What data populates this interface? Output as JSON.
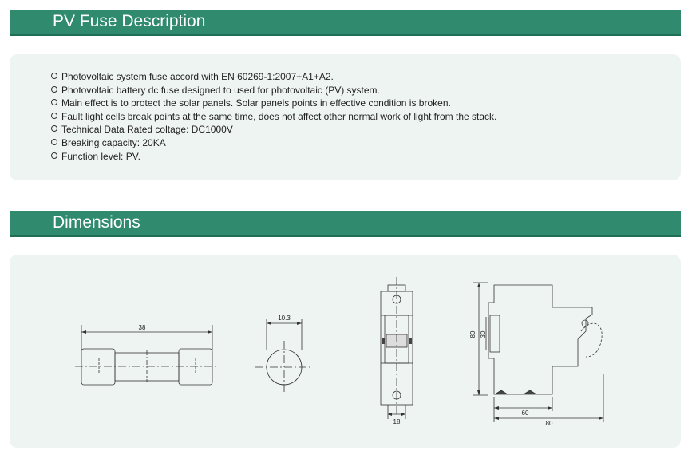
{
  "section_description": {
    "title": "PV Fuse Description",
    "items": [
      "Photovoltaic system fuse accord with EN 60269-1:2007+A1+A2.",
      "Photovoltaic battery dc fuse designed to used for photovoltaic (PV) system.",
      "Main effect is to protect the solar panels. Solar panels points in effective condition is broken.",
      "Fault light cells break points at the same time, does not affect other normal work of light from the stack.",
      "Technical Data Rated coltage: DC1000V",
      "Breaking capacity: 20KA",
      "Function level: PV."
    ]
  },
  "section_dimensions": {
    "title": "Dimensions",
    "fuse_length": "38",
    "fuse_diameter": "10.3",
    "holder_width": "18",
    "holder_height": "80",
    "holder_inner_height": "30",
    "holder_depth_inner": "60",
    "holder_depth_total": "80"
  },
  "colors": {
    "header_bg": "#2f8a6e",
    "panel_bg": "#eef4f1",
    "drawing_line": "#333333"
  }
}
